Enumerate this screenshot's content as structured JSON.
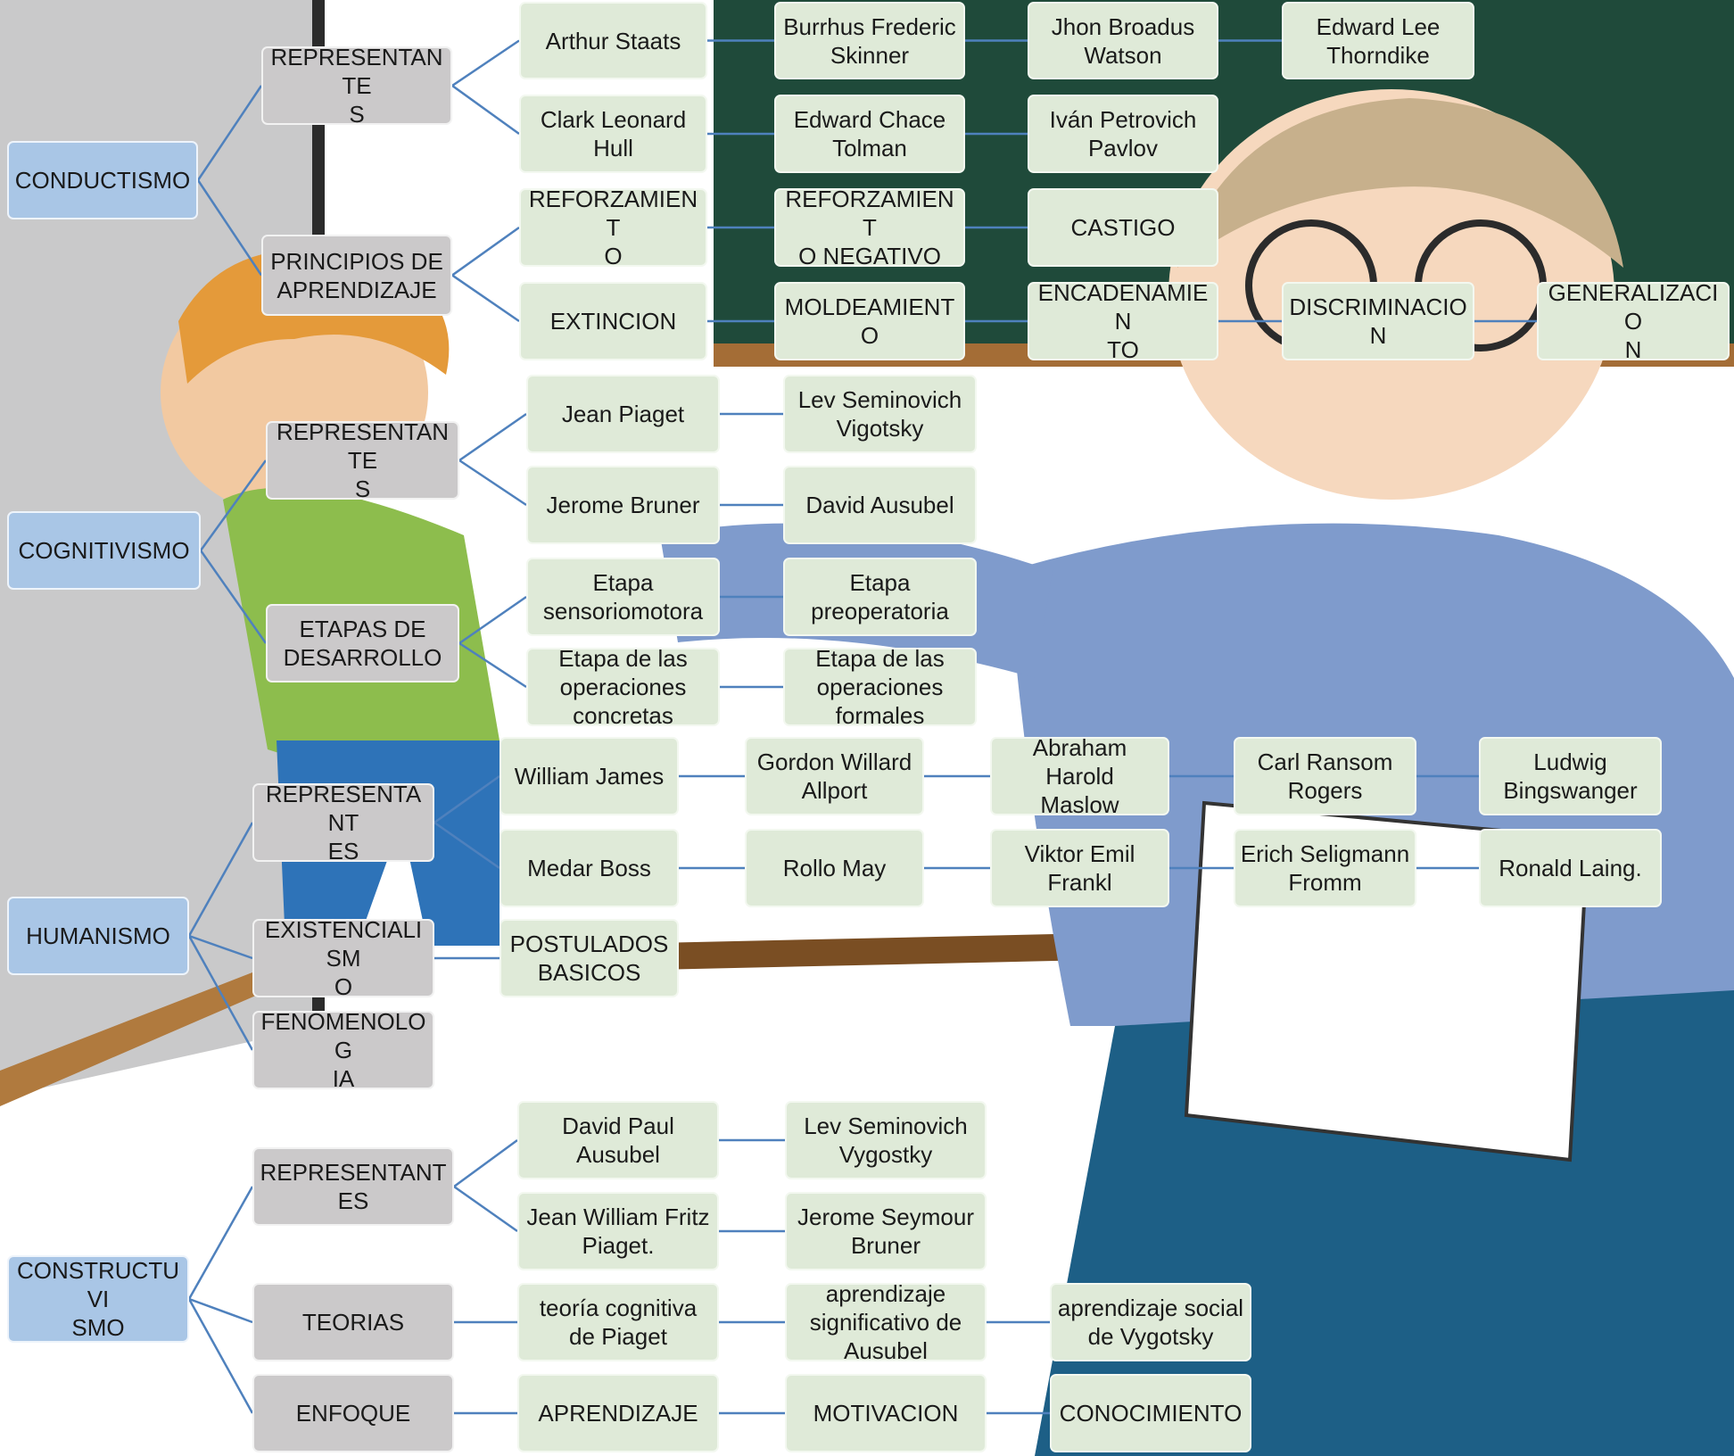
{
  "colors": {
    "root_fill": "#a9c6e6",
    "category_fill": "#cbc9ca",
    "leaf_fill": "#dfead8",
    "connector": "#4f81bd",
    "chalkboard": "#1f4a3a",
    "wall": "#c9c9ca",
    "teacher_shirt": "#7f9bcc",
    "teacher_skirt": "#1d5f86",
    "boy_shirt": "#8dbd4d",
    "boy_hair": "#e49a3a"
  },
  "background": {
    "illustration": "cartoon-teacher-pointing-at-student-in-classroom"
  },
  "nodes": [
    {
      "id": "conductismo",
      "kind": "root",
      "label": "CONDUCTISMO"
    },
    {
      "id": "c_rep",
      "kind": "cat",
      "label": "REPRESENTANTE\nS"
    },
    {
      "id": "c_pri",
      "kind": "cat",
      "label": "PRINCIPIOS DE\nAPRENDIZAJE"
    },
    {
      "id": "c_r1",
      "kind": "leaf",
      "label": "Arthur Staats"
    },
    {
      "id": "c_r2",
      "kind": "leaf",
      "label": "Burrhus Frederic\nSkinner"
    },
    {
      "id": "c_r3",
      "kind": "leaf",
      "label": "Jhon Broadus\nWatson"
    },
    {
      "id": "c_r4",
      "kind": "leaf",
      "label": "Edward Lee\nThorndike"
    },
    {
      "id": "c_r5",
      "kind": "leaf",
      "label": "Clark Leonard\nHull"
    },
    {
      "id": "c_r6",
      "kind": "leaf",
      "label": "Edward Chace\nTolman"
    },
    {
      "id": "c_r7",
      "kind": "leaf",
      "label": "Iván Petrovich\nPavlov"
    },
    {
      "id": "c_p1",
      "kind": "leaf",
      "label": "REFORZAMIENT\nO"
    },
    {
      "id": "c_p2",
      "kind": "leaf",
      "label": "REFORZAMIENT\nO NEGATIVO"
    },
    {
      "id": "c_p3",
      "kind": "leaf",
      "label": "CASTIGO"
    },
    {
      "id": "c_p4",
      "kind": "leaf",
      "label": "EXTINCION"
    },
    {
      "id": "c_p5",
      "kind": "leaf",
      "label": "MOLDEAMIENTO"
    },
    {
      "id": "c_p6",
      "kind": "leaf",
      "label": "ENCADENAMIEN\nTO"
    },
    {
      "id": "c_p7",
      "kind": "leaf",
      "label": "DISCRIMINACIO\nN"
    },
    {
      "id": "c_p8",
      "kind": "leaf",
      "label": "GENERALIZACIO\nN"
    },
    {
      "id": "cognitivismo",
      "kind": "root",
      "label": "COGNITIVISMO"
    },
    {
      "id": "g_rep",
      "kind": "cat",
      "label": "REPRESENTANTE\nS"
    },
    {
      "id": "g_eta",
      "kind": "cat",
      "label": "ETAPAS DE\nDESARROLLO"
    },
    {
      "id": "g_r1",
      "kind": "leaf",
      "label": "Jean Piaget"
    },
    {
      "id": "g_r2",
      "kind": "leaf",
      "label": "Lev Seminovich\nVigotsky"
    },
    {
      "id": "g_r3",
      "kind": "leaf",
      "label": "Jerome Bruner"
    },
    {
      "id": "g_r4",
      "kind": "leaf",
      "label": "David Ausubel"
    },
    {
      "id": "g_e1",
      "kind": "leaf",
      "label": "Etapa\nsensoriomotora"
    },
    {
      "id": "g_e2",
      "kind": "leaf",
      "label": "Etapa\npreoperatoria"
    },
    {
      "id": "g_e3",
      "kind": "leaf",
      "label": "Etapa de las\noperaciones\nconcretas"
    },
    {
      "id": "g_e4",
      "kind": "leaf",
      "label": "Etapa de las\noperaciones\nformales"
    },
    {
      "id": "humanismo",
      "kind": "root",
      "label": "HUMANISMO"
    },
    {
      "id": "h_rep",
      "kind": "cat",
      "label": "REPRESENTANT\nES"
    },
    {
      "id": "h_exi",
      "kind": "cat",
      "label": "EXISTENCIALISM\nO"
    },
    {
      "id": "h_fen",
      "kind": "cat",
      "label": "FENOMENOLOG\nIA"
    },
    {
      "id": "h_r1",
      "kind": "leaf",
      "label": "William James"
    },
    {
      "id": "h_r2",
      "kind": "leaf",
      "label": "Gordon Willard\nAllport"
    },
    {
      "id": "h_r3",
      "kind": "leaf",
      "label": "Abraham Harold\nMaslow"
    },
    {
      "id": "h_r4",
      "kind": "leaf",
      "label": "Carl Ransom\nRogers"
    },
    {
      "id": "h_r5",
      "kind": "leaf",
      "label": "Ludwig\nBingswanger"
    },
    {
      "id": "h_r6",
      "kind": "leaf",
      "label": "Medar Boss"
    },
    {
      "id": "h_r7",
      "kind": "leaf",
      "label": "Rollo May"
    },
    {
      "id": "h_r8",
      "kind": "leaf",
      "label": "Viktor Emil\nFrankl"
    },
    {
      "id": "h_r9",
      "kind": "leaf",
      "label": "Erich Seligmann\nFromm"
    },
    {
      "id": "h_r10",
      "kind": "leaf",
      "label": "Ronald Laing."
    },
    {
      "id": "h_e1",
      "kind": "leaf",
      "label": "POSTULADOS\nBASICOS"
    },
    {
      "id": "constructuvismo",
      "kind": "root",
      "label": "CONSTRUCTUVI\nSMO"
    },
    {
      "id": "k_rep",
      "kind": "cat",
      "label": "REPRESENTANTES"
    },
    {
      "id": "k_teo",
      "kind": "cat",
      "label": "TEORIAS"
    },
    {
      "id": "k_enf",
      "kind": "cat",
      "label": "ENFOQUE"
    },
    {
      "id": "k_r1",
      "kind": "leaf",
      "label": "David Paul\nAusubel"
    },
    {
      "id": "k_r2",
      "kind": "leaf",
      "label": "Lev Seminovich\nVygostky"
    },
    {
      "id": "k_r3",
      "kind": "leaf",
      "label": "Jean William Fritz\nPiaget."
    },
    {
      "id": "k_r4",
      "kind": "leaf",
      "label": "Jerome Seymour\nBruner"
    },
    {
      "id": "k_t1",
      "kind": "leaf",
      "label": "teoría cognitiva\nde Piaget"
    },
    {
      "id": "k_t2",
      "kind": "leaf",
      "label": "aprendizaje\nsignificativo de\nAusubel"
    },
    {
      "id": "k_t3",
      "kind": "leaf",
      "label": "aprendizaje social\nde Vygotsky"
    },
    {
      "id": "k_e1",
      "kind": "leaf",
      "label": "APRENDIZAJE"
    },
    {
      "id": "k_e2",
      "kind": "leaf",
      "label": "MOTIVACION"
    },
    {
      "id": "k_e3",
      "kind": "leaf",
      "label": "CONOCIMIENTO"
    }
  ],
  "edges": [
    [
      "conductismo",
      "c_rep"
    ],
    [
      "conductismo",
      "c_pri"
    ],
    [
      "c_rep",
      "c_r1"
    ],
    [
      "c_rep",
      "c_r5"
    ],
    [
      "c_r1",
      "c_r2"
    ],
    [
      "c_r2",
      "c_r3"
    ],
    [
      "c_r3",
      "c_r4"
    ],
    [
      "c_r5",
      "c_r6"
    ],
    [
      "c_r6",
      "c_r7"
    ],
    [
      "c_pri",
      "c_p1"
    ],
    [
      "c_pri",
      "c_p4"
    ],
    [
      "c_p1",
      "c_p2"
    ],
    [
      "c_p2",
      "c_p3"
    ],
    [
      "c_p4",
      "c_p5"
    ],
    [
      "c_p5",
      "c_p6"
    ],
    [
      "c_p6",
      "c_p7"
    ],
    [
      "c_p7",
      "c_p8"
    ],
    [
      "cognitivismo",
      "g_rep"
    ],
    [
      "cognitivismo",
      "g_eta"
    ],
    [
      "g_rep",
      "g_r1"
    ],
    [
      "g_rep",
      "g_r3"
    ],
    [
      "g_r1",
      "g_r2"
    ],
    [
      "g_r3",
      "g_r4"
    ],
    [
      "g_eta",
      "g_e1"
    ],
    [
      "g_eta",
      "g_e3"
    ],
    [
      "g_e1",
      "g_e2"
    ],
    [
      "g_e3",
      "g_e4"
    ],
    [
      "humanismo",
      "h_rep"
    ],
    [
      "humanismo",
      "h_exi"
    ],
    [
      "humanismo",
      "h_fen"
    ],
    [
      "h_rep",
      "h_r1"
    ],
    [
      "h_rep",
      "h_r6"
    ],
    [
      "h_r1",
      "h_r2"
    ],
    [
      "h_r2",
      "h_r3"
    ],
    [
      "h_r3",
      "h_r4"
    ],
    [
      "h_r4",
      "h_r5"
    ],
    [
      "h_r6",
      "h_r7"
    ],
    [
      "h_r7",
      "h_r8"
    ],
    [
      "h_r8",
      "h_r9"
    ],
    [
      "h_r9",
      "h_r10"
    ],
    [
      "h_exi",
      "h_e1"
    ],
    [
      "constructuvismo",
      "k_rep"
    ],
    [
      "constructuvismo",
      "k_teo"
    ],
    [
      "constructuvismo",
      "k_enf"
    ],
    [
      "k_rep",
      "k_r1"
    ],
    [
      "k_rep",
      "k_r3"
    ],
    [
      "k_r1",
      "k_r2"
    ],
    [
      "k_r3",
      "k_r4"
    ],
    [
      "k_teo",
      "k_t1"
    ],
    [
      "k_t1",
      "k_t2"
    ],
    [
      "k_t2",
      "k_t3"
    ],
    [
      "k_enf",
      "k_e1"
    ],
    [
      "k_e1",
      "k_e2"
    ],
    [
      "k_e2",
      "k_e3"
    ]
  ]
}
